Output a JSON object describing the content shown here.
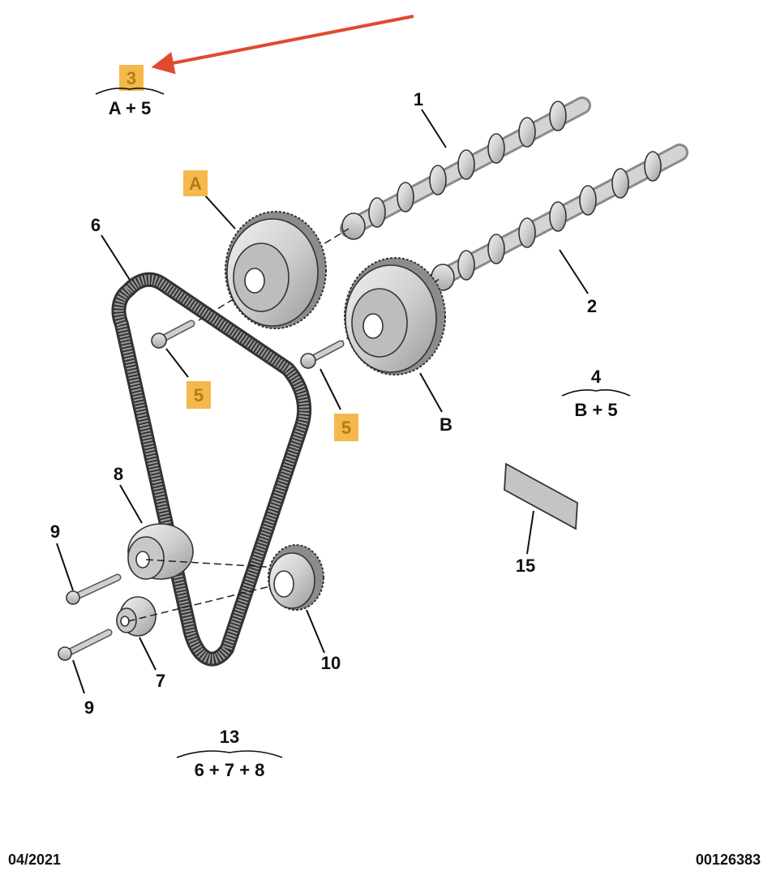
{
  "callouts": {
    "c1": "1",
    "c2": "2",
    "c3": "3",
    "c4": "4",
    "c5a": "5",
    "c5b": "5",
    "c6": "6",
    "c7": "7",
    "c8": "8",
    "c9a": "9",
    "c9b": "9",
    "c10": "10",
    "c13": "13",
    "c15": "15",
    "cA": "A",
    "cB": "B"
  },
  "groups": {
    "g3_formula": "A + 5",
    "g4_formula": "B + 5",
    "g13_formula": "6 + 7 + 8"
  },
  "footer": {
    "date": "04/2021",
    "reference": "00126383"
  },
  "colors": {
    "highlight": "#f5b84a",
    "arrow": "#e04a2f",
    "part_fill": "#d9d9d9",
    "part_stroke": "#333333"
  }
}
